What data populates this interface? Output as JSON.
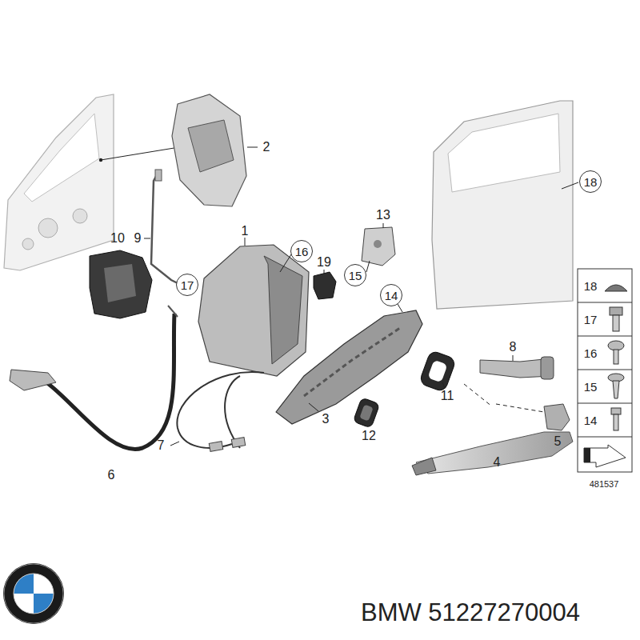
{
  "diagram": {
    "nodes": [
      {
        "text": [
          "18"
        ]
      },
      {
        "text": [
          "16"
        ]
      },
      {
        "text": [
          "15"
        ]
      },
      {
        "text": [
          "17"
        ]
      },
      {
        "text": [
          "14"
        ]
      }
    ],
    "labels": [
      "2",
      "10",
      "9",
      "1",
      "19",
      "13",
      "3",
      "11",
      "8",
      "12",
      "7",
      "6",
      "4",
      "5",
      "18",
      "17",
      "16",
      "15",
      "14",
      "481537",
      "BMW 51227270004"
    ]
  }
}
